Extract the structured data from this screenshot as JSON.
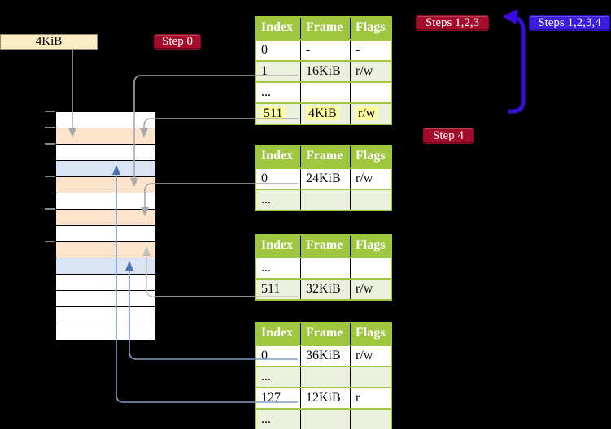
{
  "labels": {
    "page_size_label": "4KiB",
    "step0_badge": "Step 0",
    "steps123_badge": "Steps 1,2,3",
    "steps1234_badge": "Steps 1,2,3,4",
    "step4_badge": "Step 4"
  },
  "colors": {
    "background": "#000000",
    "table_header_green": "#9FC63F",
    "table_row_light_green": "#ECF1DD",
    "frame_peach": "#FCE4CC",
    "frame_light_blue": "#D9E5F5",
    "highlight_yellow": "#FFFF9E",
    "badge_red": "#A50C2C",
    "badge_blue": "#3D1BDF",
    "label_cream": "#FAEDC4",
    "connector_gray": "#A8A8A8",
    "connector_light_gray": "#C4C4C4",
    "connector_steel_blue": "#7F9CC6",
    "arrow_head_steel_blue": "#4D73AF",
    "big_arrow_blue_violet": "#3A0CE0"
  },
  "memory_column": {
    "rows": [
      {
        "shade": "white"
      },
      {
        "shade": "peach"
      },
      {
        "shade": "white"
      },
      {
        "shade": "blue"
      },
      {
        "shade": "peach"
      },
      {
        "shade": "white"
      },
      {
        "shade": "peach"
      },
      {
        "shade": "white"
      },
      {
        "shade": "peach"
      },
      {
        "shade": "blue"
      },
      {
        "shade": "white"
      },
      {
        "shade": "white"
      },
      {
        "shade": "white"
      },
      {
        "shade": "white"
      }
    ]
  },
  "tables": [
    {
      "name": "page-table-a",
      "headers": [
        "Index",
        "Frame",
        "Flags"
      ],
      "rows": [
        {
          "cells": [
            "0",
            "-",
            "-"
          ],
          "shade": "white"
        },
        {
          "cells": [
            "1",
            "16KiB",
            "r/w"
          ],
          "shade": "green"
        },
        {
          "cells": [
            "...",
            "",
            ""
          ],
          "shade": "white"
        },
        {
          "cells": [
            "511",
            "4KiB",
            "r/w"
          ],
          "shade": "green",
          "highlight": true
        }
      ]
    },
    {
      "name": "page-table-b",
      "headers": [
        "Index",
        "Frame",
        "Flags"
      ],
      "rows": [
        {
          "cells": [
            "0",
            "24KiB",
            "r/w"
          ],
          "shade": "white"
        },
        {
          "cells": [
            "...",
            "",
            ""
          ],
          "shade": "green"
        }
      ]
    },
    {
      "name": "page-table-c",
      "headers": [
        "Index",
        "Frame",
        "Flags"
      ],
      "rows": [
        {
          "cells": [
            "...",
            "",
            ""
          ],
          "shade": "white"
        },
        {
          "cells": [
            "511",
            "32KiB",
            "r/w"
          ],
          "shade": "green"
        }
      ]
    },
    {
      "name": "page-table-d",
      "headers": [
        "Index",
        "Frame",
        "Flags"
      ],
      "rows": [
        {
          "cells": [
            "0",
            "36KiB",
            "r/w"
          ],
          "shade": "white"
        },
        {
          "cells": [
            "...",
            "",
            ""
          ],
          "shade": "green"
        },
        {
          "cells": [
            "127",
            "12KiB",
            "r"
          ],
          "shade": "white"
        },
        {
          "cells": [
            "...",
            "",
            ""
          ],
          "shade": "green"
        }
      ]
    }
  ],
  "connectors": [
    {
      "from": "4KiB-label",
      "to": "frame-row-2",
      "style": "gray-down-arrow"
    },
    {
      "from": "page-table-a row 1",
      "to": "frame-row-5",
      "style": "gray-down-arrow"
    },
    {
      "from": "page-table-a row 511",
      "to": "frame-row-2",
      "style": "gray-down-arrow"
    },
    {
      "from": "page-table-b row 0",
      "to": "frame-row-7",
      "style": "gray-down-arrow"
    },
    {
      "from": "page-table-c row 511",
      "to": "frame-row-9",
      "style": "light-gray-up-arrow"
    },
    {
      "from": "page-table-d row 0",
      "to": "frame-row-10",
      "style": "blue-up-arrow"
    },
    {
      "from": "page-table-d row 127",
      "to": "frame-row-4",
      "style": "blue-up-arrow"
    },
    {
      "from": "right-of-page-table-a",
      "to": "top-of-page-table-a",
      "style": "thick-blue-curved-arrow"
    }
  ]
}
